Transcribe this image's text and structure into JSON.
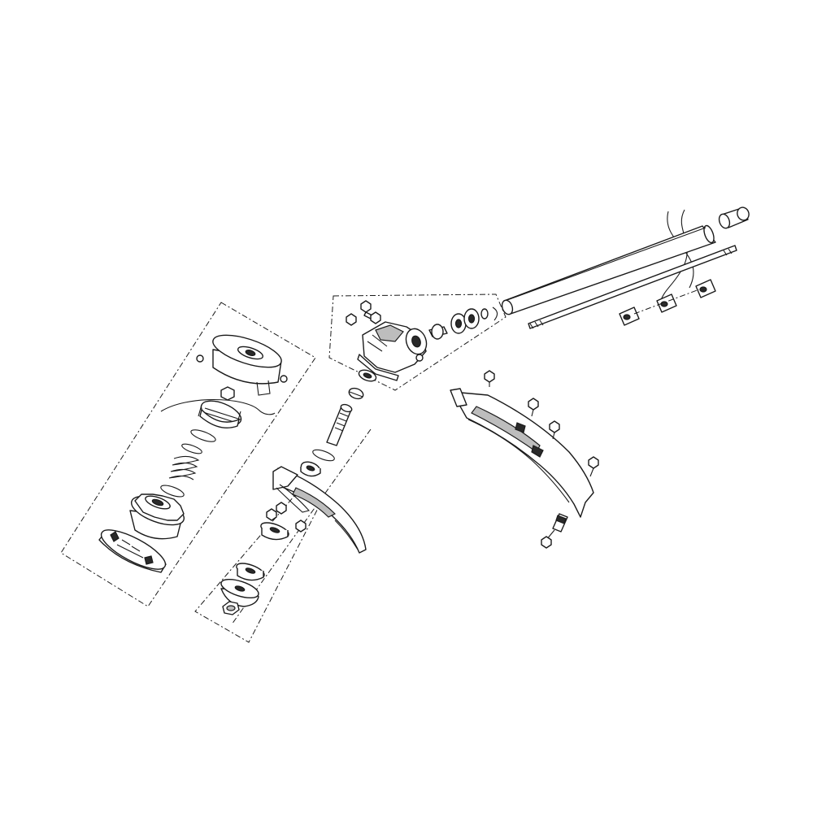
{
  "diagram": {
    "type": "exploded-parts-view",
    "colors": {
      "line": "#1a1a1a",
      "fill": "#ffffff",
      "shade": "#bdbdbd",
      "dark": "#2a2a2a"
    },
    "assemblies": [
      "trimmer-head-assembly",
      "gearbox-assembly",
      "shaft-tube-assembly",
      "guard-assembly",
      "guard-extension-assembly"
    ]
  }
}
